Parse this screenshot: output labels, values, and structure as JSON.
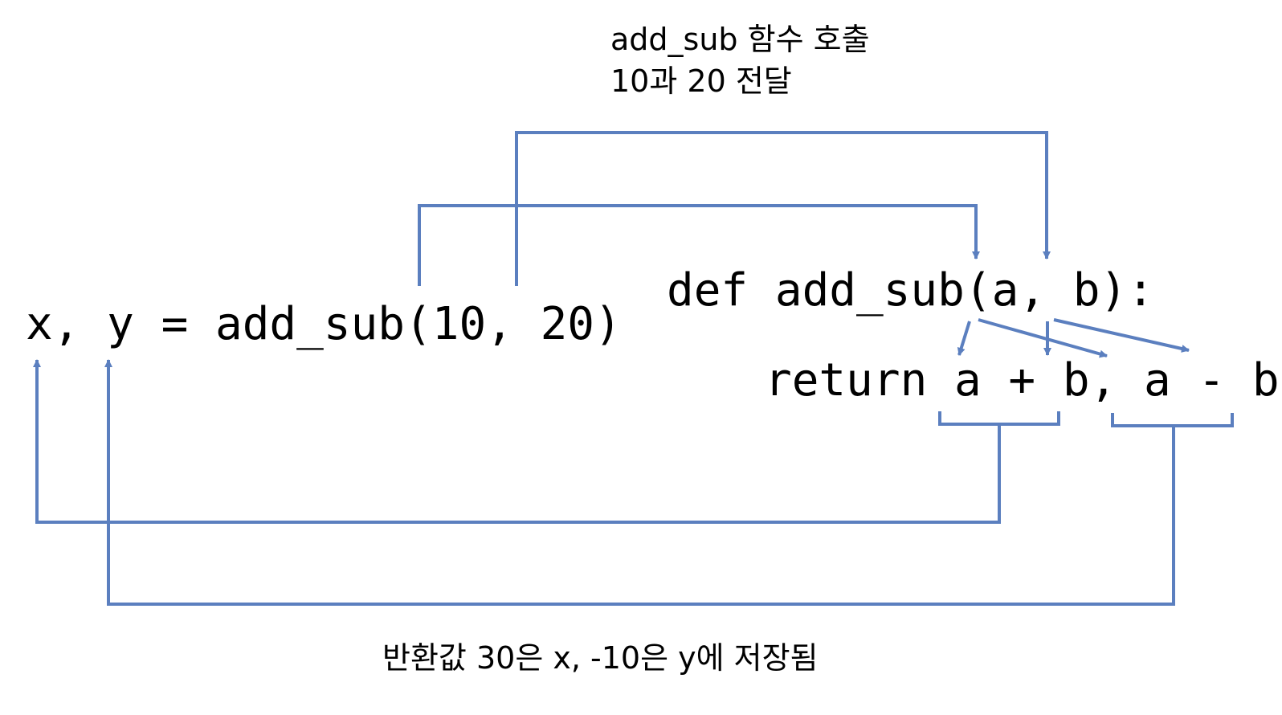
{
  "code": {
    "call": "x, y = add_sub(10, 20)",
    "def": "def add_sub(a, b):",
    "return": "return a + b, a - b"
  },
  "annotations": {
    "call_line1": "add_sub 함수 호출",
    "call_line2": "10과 20 전달",
    "return_note": "반환값 30은 x, -10은 y에 저장됨"
  },
  "colors": {
    "arrow": "#5b7fbf",
    "text": "#000000"
  }
}
